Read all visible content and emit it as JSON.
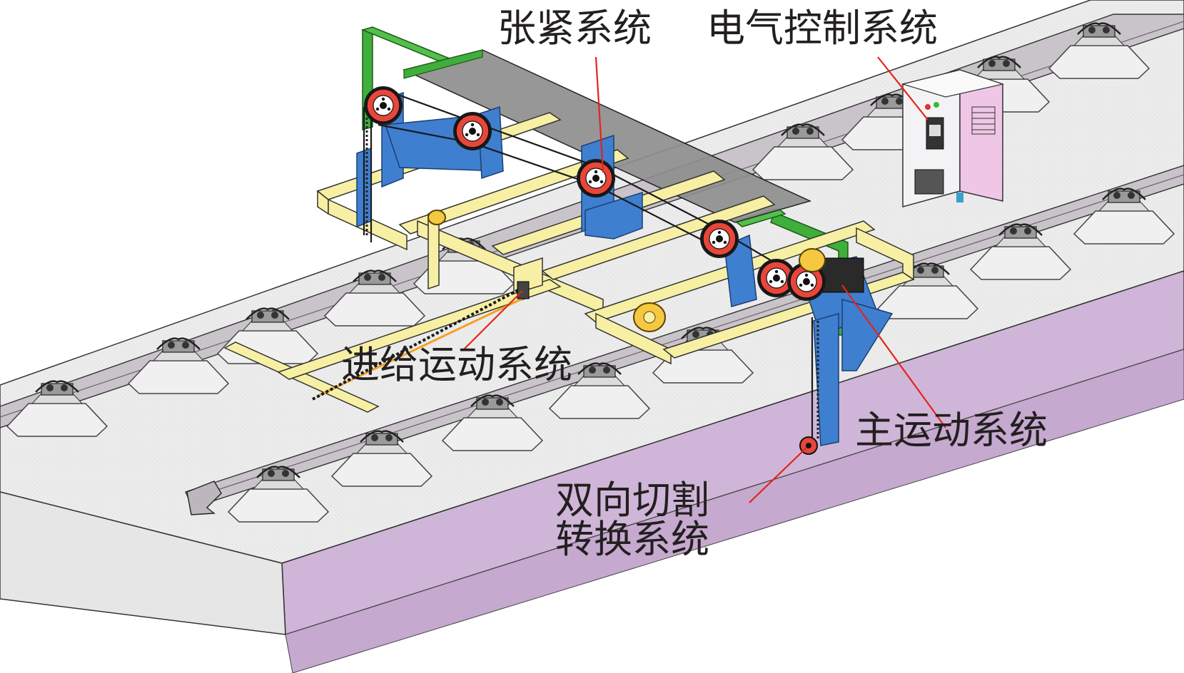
{
  "labels": {
    "tensioning": "张紧系统",
    "electrical": "电气控制系统",
    "feed": "进给运动系统",
    "main_motion": "主运动系统",
    "switch_line1": "双向切割",
    "switch_line2": "转换系统"
  },
  "colors": {
    "frame_yellow": "#f7f0a4",
    "frame_blue": "#3f7fd0",
    "frame_green": "#3fae3a",
    "slab_top": "#ededed",
    "slab_side": "#cfb6d8",
    "rail": "#c9c4c9",
    "leader_red": "#e3241b",
    "cabinet_face": "#f3f3f6",
    "cabinet_side": "#efc6e6",
    "cover_panel": "#8e8e8e"
  }
}
